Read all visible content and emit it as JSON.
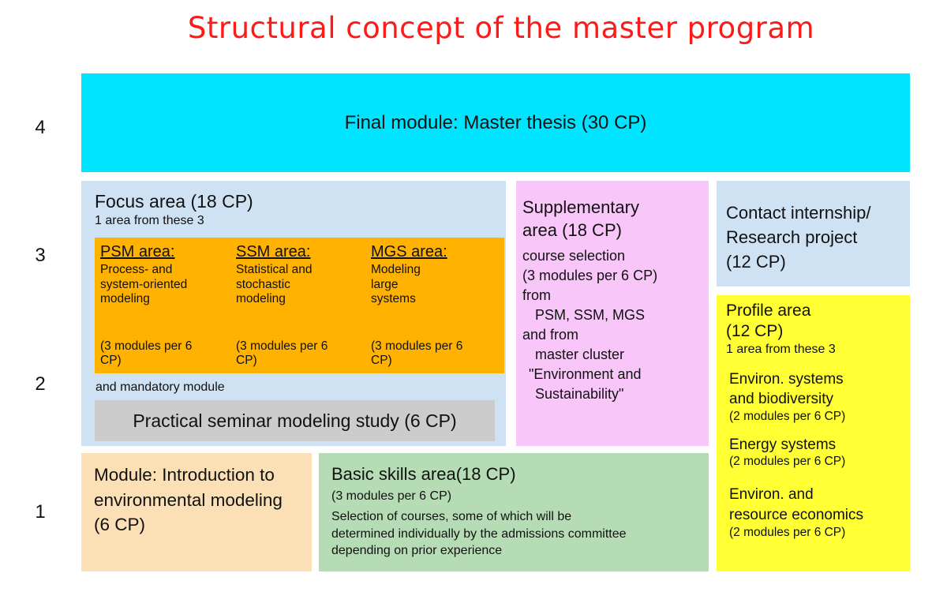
{
  "title": "Structural concept of the master program",
  "row_numbers": [
    "4",
    "3",
    "2",
    "1"
  ],
  "final": {
    "label": "Final module: Master thesis (30 CP)"
  },
  "focus": {
    "title": "Focus area (18 CP)",
    "subtitle": "1 area from these 3",
    "areas": [
      {
        "name": "PSM area:",
        "lines": [
          "Process- and",
          "system-oriented",
          "modeling"
        ],
        "note": [
          "(3 modules per 6",
          "CP)"
        ]
      },
      {
        "name": "SSM area:",
        "lines": [
          "Statistical and",
          "stochastic",
          "modeling"
        ],
        "note": [
          "(3 modules per 6",
          "CP)"
        ]
      },
      {
        "name": "MGS area:",
        "lines": [
          "Modeling",
          "large",
          "systems"
        ],
        "note": [
          "(3 modules per 6",
          "CP)"
        ]
      }
    ],
    "mandatory": "and mandatory module",
    "practical": "Practical seminar modeling study (6 CP)"
  },
  "supplementary": {
    "title_lines": [
      "Supplementary",
      "area (18 CP)"
    ],
    "lines": [
      "course selection",
      "(3 modules per 6 CP)",
      "from",
      "  PSM, SSM, MGS",
      "and from",
      "  master cluster",
      "  \"Environment and",
      "  Sustainability\""
    ]
  },
  "contact": {
    "lines": [
      "Contact internship/",
      "Research project",
      "(12 CP)"
    ]
  },
  "profile": {
    "title_lines": [
      "Profile area",
      "(12 CP)"
    ],
    "subtitle": "1 area from these 3",
    "items": [
      {
        "lines": [
          "Environ. systems",
          "and biodiversity"
        ],
        "note": "(2 modules per 6 CP)"
      },
      {
        "lines": [
          "Energy systems"
        ],
        "note": "(2 modules per 6 CP)"
      },
      {
        "lines": [
          "Environ. and",
          "resource economics"
        ],
        "note": "(2 modules per 6 CP)"
      }
    ]
  },
  "intro": {
    "lines": [
      "Module: Introduction to",
      "environmental modeling",
      "(6 CP)"
    ]
  },
  "basic": {
    "title": "Basic skills area(18 CP)",
    "subtitle": "(3 modules per 6 CP)",
    "lines": [
      "Selection of courses, some of which will be",
      "determined individually by the admissions committee",
      "depending on prior experience"
    ]
  },
  "colors": {
    "title": "#ff1a1a",
    "final": "#00e5ff",
    "focus": "#cfe2f3",
    "focus_area": "#ffb300",
    "practical": "#cccccc",
    "supplementary": "#f9c6f9",
    "contact": "#cfe2f3",
    "profile": "#ffff33",
    "intro": "#fce0b5",
    "basic": "#b6dcb6"
  }
}
